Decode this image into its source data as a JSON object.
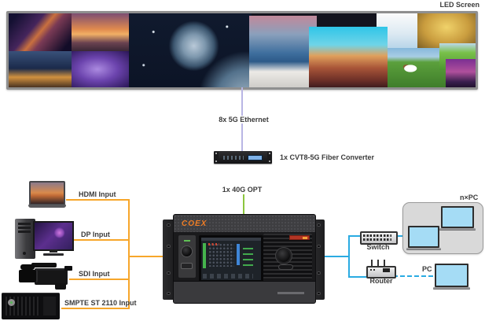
{
  "title": "LED display system connection diagram",
  "led_screen": {
    "label": "LED Screen"
  },
  "links": {
    "ethernet_label": "8x 5G Ethernet",
    "opt_label": "1x 40G OPT"
  },
  "fiber_converter": {
    "label": "1x CVT8-5G Fiber Converter"
  },
  "processor": {
    "brand": "COEX"
  },
  "inputs": [
    {
      "device": "laptop",
      "label": "HDMI Input"
    },
    {
      "device": "desktop-pc",
      "label": "DP Input"
    },
    {
      "device": "camcorder",
      "label": "SDI Input"
    },
    {
      "device": "media-server",
      "label": "SMPTE ST 2110 Input"
    }
  ],
  "outputs": {
    "switch_label": "Switch",
    "npc_label": "n×PC",
    "router_label": "Router",
    "pc_label": "PC"
  },
  "colors": {
    "input_line": "#F7A62A",
    "output_line": "#2AABE2",
    "ethernet_line": "#B9B5E4",
    "opt_line": "#8CC63E",
    "brand_orange": "#F07E26",
    "label_text": "#3B3B3B",
    "pc_screen_blue": "#A5DCF5"
  }
}
